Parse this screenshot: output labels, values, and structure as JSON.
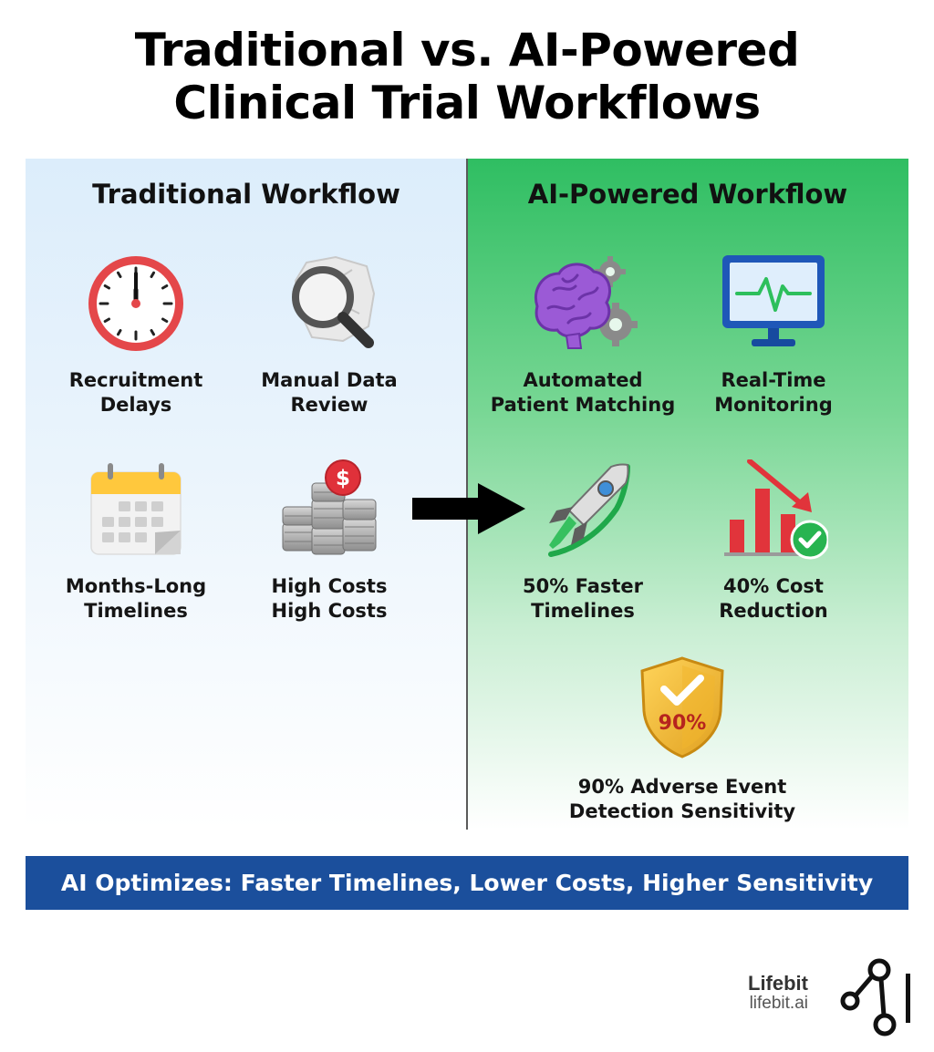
{
  "title": {
    "line1": "Traditional vs. AI-Powered",
    "line2": "Clinical Trial Workflows"
  },
  "traditional": {
    "heading": "Traditional Workflow",
    "items": [
      {
        "icon": "clock-icon",
        "line1": "Recruitment",
        "line2": "Delays"
      },
      {
        "icon": "magnifier-paper-icon",
        "line1": "Manual Data",
        "line2": "Review"
      },
      {
        "icon": "calendar-icon",
        "line1": "Months-Long",
        "line2": "Timelines"
      },
      {
        "icon": "coins-icon",
        "line1": "High Costs",
        "line2": "High Costs"
      }
    ]
  },
  "ai": {
    "heading": "AI-Powered Workflow",
    "items": [
      {
        "icon": "brain-gears-icon",
        "line1": "Automated",
        "line2": "Patient Matching"
      },
      {
        "icon": "monitor-heartbeat-icon",
        "line1": "Real-Time",
        "line2": "Monitoring"
      },
      {
        "icon": "rocket-icon",
        "line1": "50% Faster",
        "line2": "Timelines"
      },
      {
        "icon": "cost-down-chart-icon",
        "line1": "40% Cost",
        "line2": "Reduction"
      },
      {
        "icon": "shield-check-icon",
        "badge": "90%",
        "line1": "90% Adverse Event",
        "line2": "Detection Sensitivity"
      }
    ]
  },
  "arrow_icon": "right-arrow-icon",
  "banner": "AI Optimizes: Faster Timelines, Lower Costs, Higher Sensitivity",
  "brand": {
    "name": "Lifebit",
    "url": "lifebit.ai",
    "logo_icon": "lifebit-logo-icon"
  },
  "colors": {
    "traditional_bg": "#dcedfb",
    "ai_bg": "#2fbe62",
    "banner_bg": "#1b4f9c",
    "banner_text": "#ffffff"
  }
}
